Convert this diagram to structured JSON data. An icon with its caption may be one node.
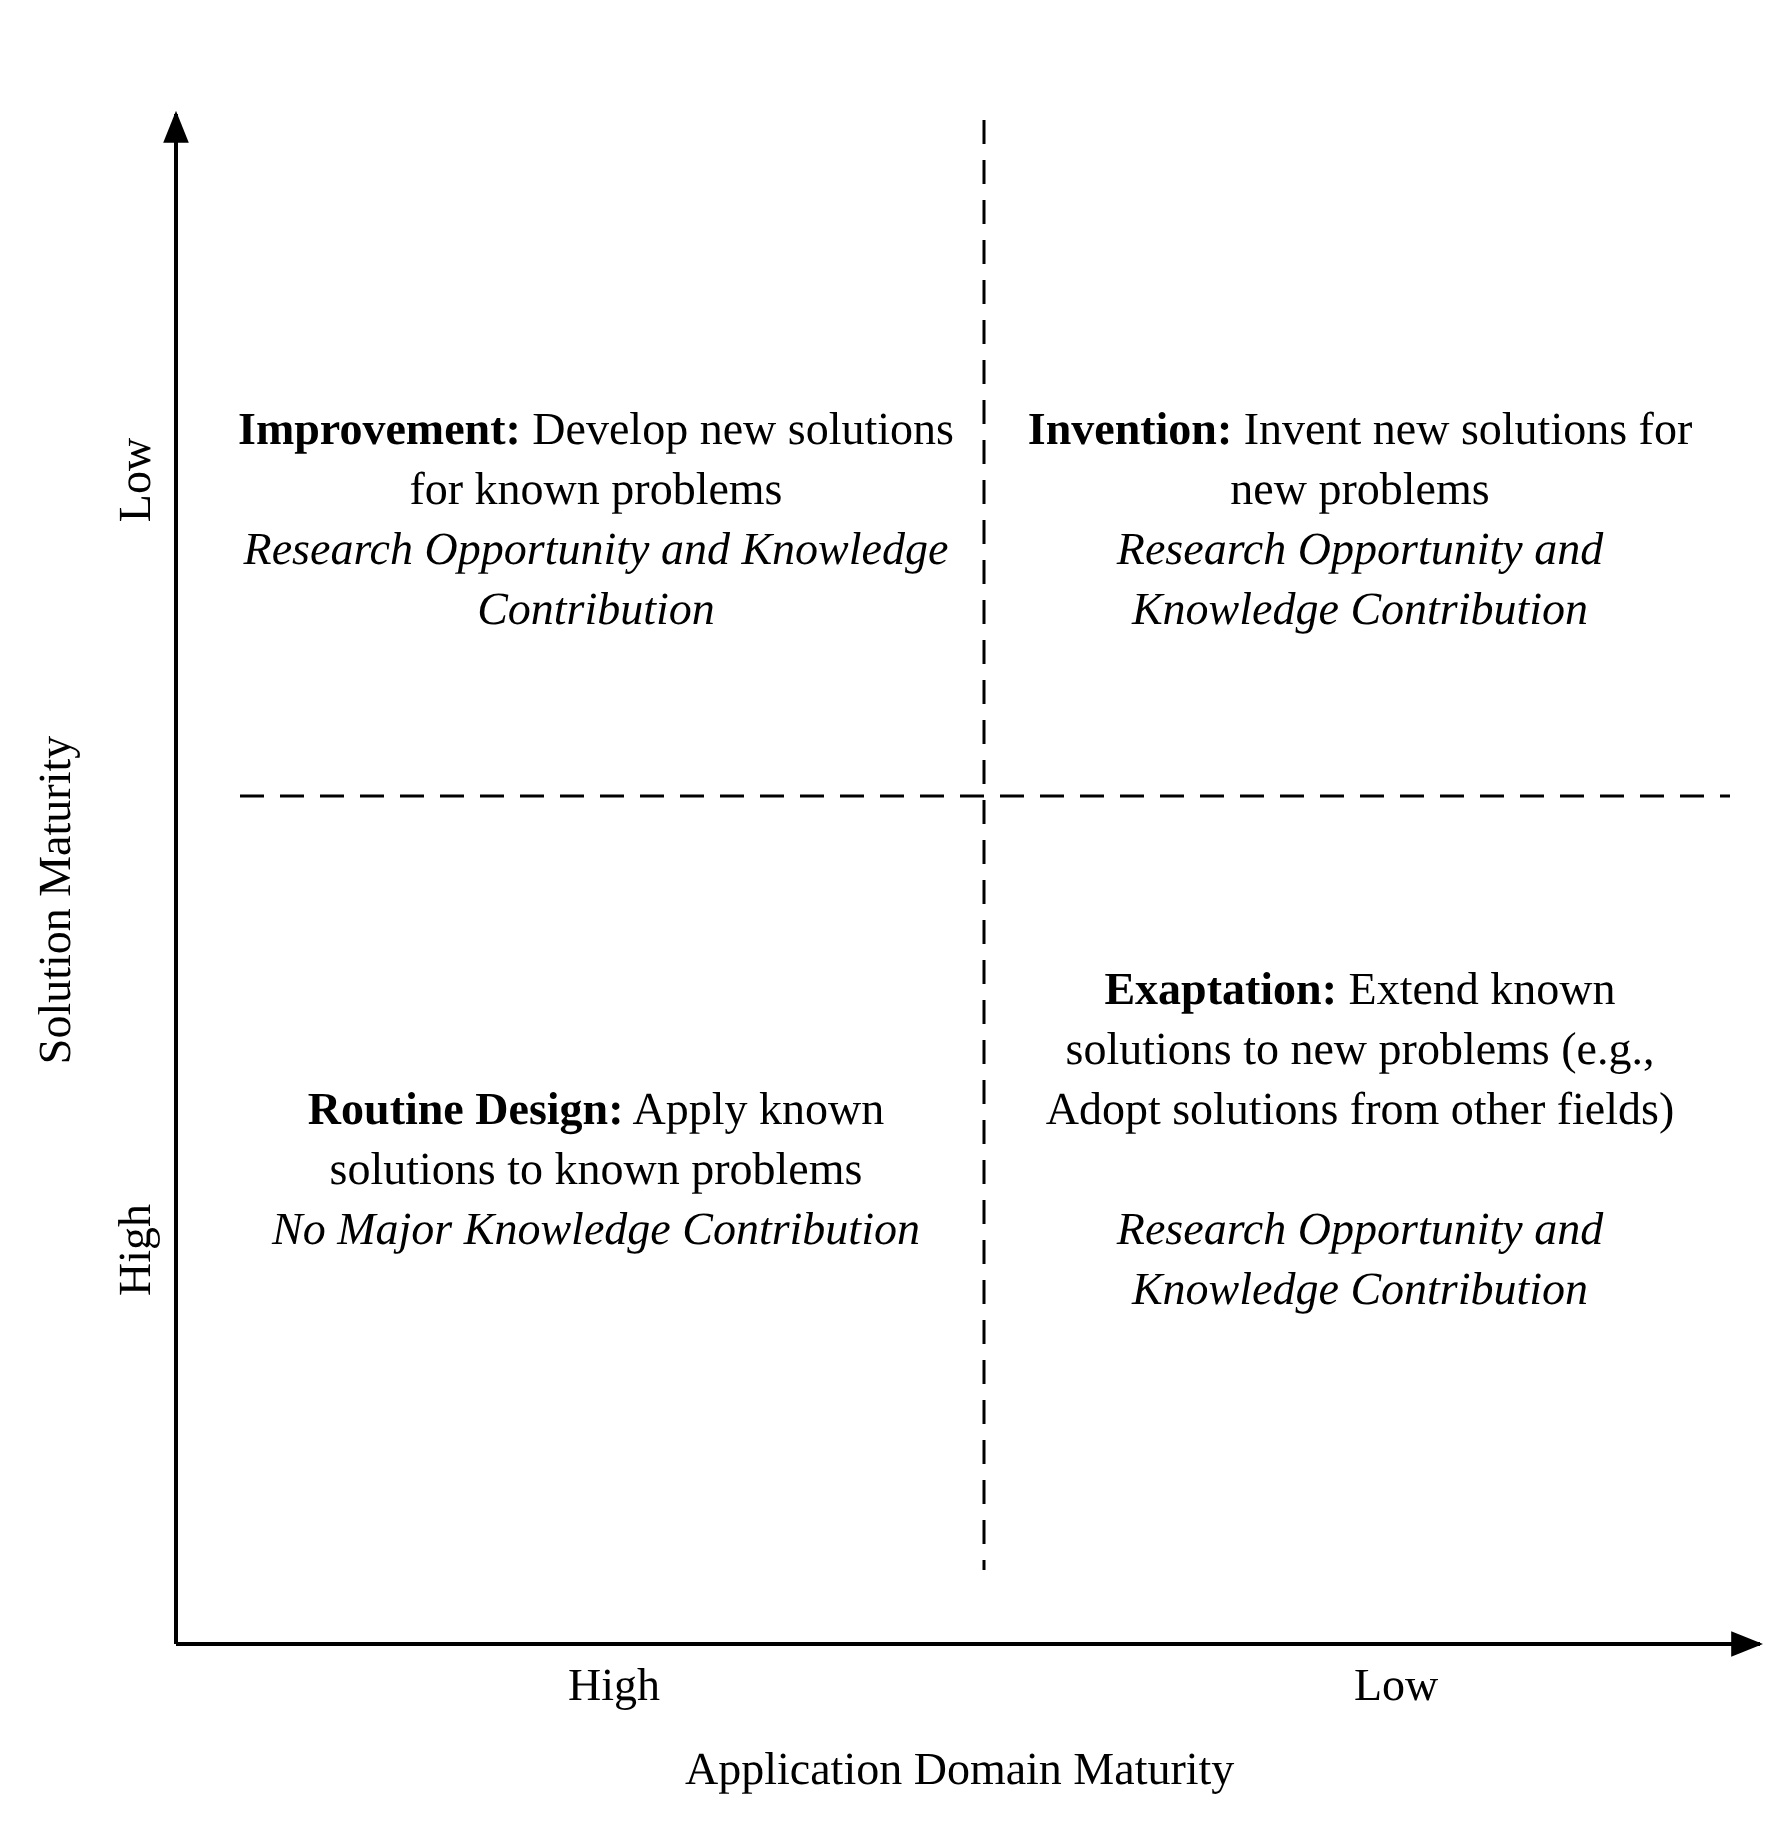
{
  "diagram": {
    "labels": [
      "Low",
      "**Improvement:** Develop new solutions for known problems",
      "Research Opportunity and Knowledge Contribution",
      "**Invention:** Invent new solutions for new problems",
      "Research Opportunity and Knowledge Contribution",
      "Solution Maturity",
      "**Routine Design:** Apply known solutions to known problems",
      "No Major Knowledge Contribution",
      "**Exaptation:** Extend known solutions to new problems (e.g., Adopt solutions from other fields)",
      "Research Opportunity and Knowledge Contribution",
      "High",
      "High",
      "Low",
      "Application Domain Maturity"
    ]
  }
}
